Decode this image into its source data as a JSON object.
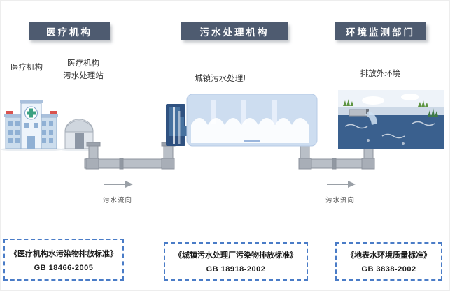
{
  "headers": {
    "medical": "医疗机构",
    "treatment": "污水处理机构",
    "monitoring": "环境监测部门"
  },
  "labels": {
    "hospital": "医疗机构",
    "station_line1": "医疗机构",
    "station_line2": "污水处理站",
    "plant": "城镇污水处理厂",
    "discharge": "排放外环境"
  },
  "flow": {
    "label1": "污水流向",
    "label2": "污水流向"
  },
  "standards": [
    {
      "title": "《医疗机构水污染物排放标准》",
      "code": "GB 18466-2005"
    },
    {
      "title": "《城镇污水处理厂污染物排放标准》",
      "code": "GB 18918-2002"
    },
    {
      "title": "《地表水环境质量标准》",
      "code": "GB 3838-2002"
    }
  ],
  "icons": {
    "left": "hospital-icon",
    "left2": "sewage-station-icon",
    "middle": "sewage-plant-icon",
    "right": "river-environment-icon",
    "connectors": "pipe-icon",
    "arrows": "flow-arrow-icon"
  },
  "colors": {
    "badge_bg": "#4e5b70",
    "standard_border": "#4a7cc7",
    "building_light_blue": "#cdddf0",
    "inlet_dark_blue": "#2f5180",
    "water_dark_blue": "#3a608e",
    "pipe_gray": "#b9bfc7",
    "grass_green": "#5d9440",
    "cross_green": "#3ba183"
  }
}
